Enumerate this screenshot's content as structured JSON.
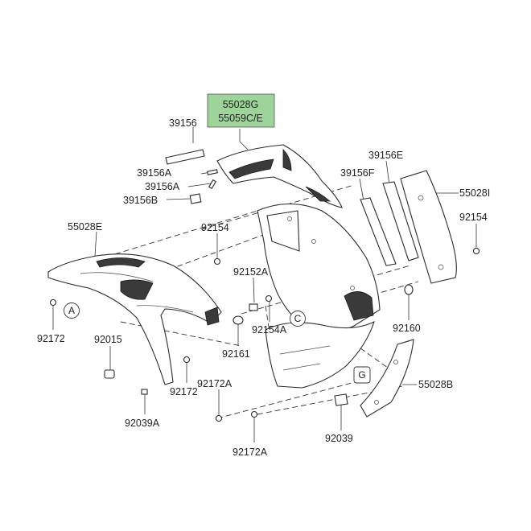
{
  "highlight": {
    "line1": "55028G",
    "line2": "55059C/E",
    "fill": "#9cd49a"
  },
  "labels": {
    "p39156": "39156",
    "p39156A_1": "39156A",
    "p39156A_2": "39156A",
    "p39156B": "39156B",
    "p39156E": "39156E",
    "p39156F": "39156F",
    "p55028I": "55028I",
    "p92154_right": "92154",
    "p55028E": "55028E",
    "p92154_mid": "92154",
    "p92152A": "92152A",
    "p92154A": "92154A",
    "p92161": "92161",
    "p92160": "92160",
    "p92172_left": "92172",
    "p92015": "92015",
    "p92172_mid": "92172",
    "p92172A_1": "92172A",
    "p92039A": "92039A",
    "p92172A_2": "92172A",
    "p55028B": "55028B",
    "p92039": "92039"
  },
  "callouts": {
    "a": "A",
    "c": "C",
    "g": "G"
  }
}
